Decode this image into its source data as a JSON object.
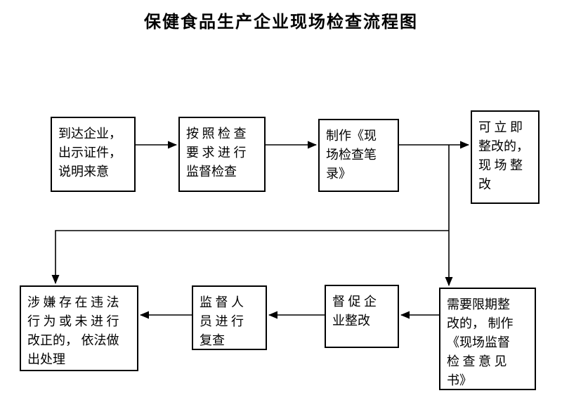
{
  "title": "保健食品生产企业现场检查流程图",
  "nodes": [
    {
      "id": "arrive",
      "text": "到达企业，\n出示证件，\n说明来意"
    },
    {
      "id": "inspect",
      "text": "按 照 检 查\n要 求 进 行\n监督检查"
    },
    {
      "id": "record",
      "text": "制作《现\n场检查笔\n录》"
    },
    {
      "id": "immediate",
      "text": "可 立 即\n整改的，\n现 场 整\n改"
    },
    {
      "id": "deadline",
      "text": "需要限期整\n改的， 制作\n《现场监督\n检 查 意 见\n书》"
    },
    {
      "id": "urge",
      "text": "督 促 企\n业整改"
    },
    {
      "id": "recheck",
      "text": "监 督 人\n员 进 行\n复查"
    },
    {
      "id": "punish",
      "text": "涉 嫌 存 在 违 法\n行 为 或 未 进 行\n改正的， 依法做\n出处理"
    }
  ],
  "edges": [
    {
      "from": "arrive",
      "to": "inspect"
    },
    {
      "from": "inspect",
      "to": "record"
    },
    {
      "from": "record",
      "to": "immediate"
    },
    {
      "from": "record",
      "to": "deadline"
    },
    {
      "from": "record",
      "to": "punish"
    },
    {
      "from": "deadline",
      "to": "urge"
    },
    {
      "from": "urge",
      "to": "recheck"
    },
    {
      "from": "recheck",
      "to": "punish"
    }
  ],
  "colors": {
    "line": "#000000",
    "box_border": "#000000",
    "background": "#ffffff",
    "text": "#000000"
  }
}
